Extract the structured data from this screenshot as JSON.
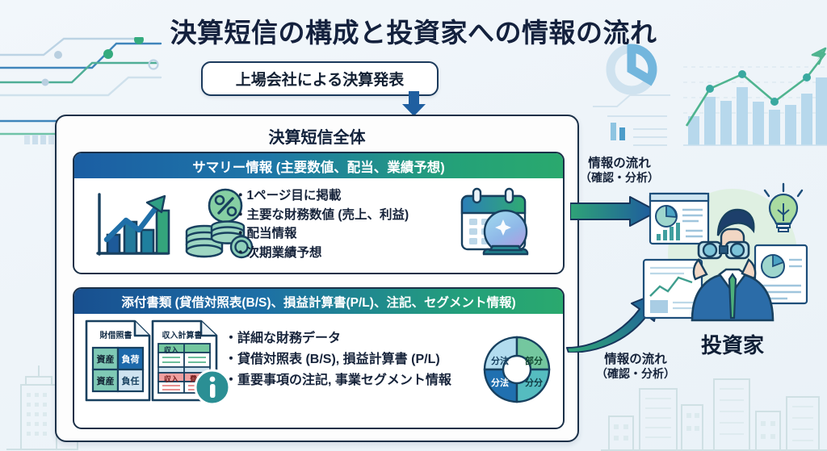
{
  "page_title": "決算短信の構成と投資家への情報の流れ",
  "announcement": {
    "label": "上場会社による決算発表"
  },
  "main_card": {
    "title": "決算短信全体",
    "sections": [
      {
        "id": "summary",
        "header": "サマリー情報 (主要数値、配当、業績予想)",
        "bullets": [
          "1ページ目に掲載",
          "主要な財務数値 (売上、利益)",
          "配当情報",
          "次期業績予想"
        ],
        "icons": [
          "bar-chart-growth-icon",
          "percent-coins-icon",
          "calendar-crystalball-icon"
        ]
      },
      {
        "id": "attachments",
        "header": "添付書類 (貸借対照表(B/S)、損益計算書(P/L)、注記、セグメント情報)",
        "bullets": [
          "詳細な財務データ",
          "貸借対照表 (B/S), 損益計算書 (P/L)",
          "重要事項の注記, 事業セグメント情報"
        ],
        "icons": [
          "balance-sheet-doc-icon",
          "income-statement-doc-icon",
          "info-badge-icon",
          "segment-donut-icon"
        ]
      }
    ]
  },
  "balance_sheet_doc": {
    "title": "財借照書",
    "cells": [
      "資産",
      "負荷",
      "資産",
      "負任"
    ]
  },
  "income_statement_doc": {
    "title": "収入計算書",
    "row_labels": [
      "収入",
      "収入",
      "費用"
    ]
  },
  "segment_donut": {
    "labels": [
      "分法",
      "部分",
      "分法",
      "分分"
    ]
  },
  "flows": [
    {
      "id": "top",
      "line1": "情報の流れ",
      "line2": "（確認・分析）"
    },
    {
      "id": "bottom",
      "line1": "情報の流れ",
      "line2": "（確認・分析）"
    }
  ],
  "investor": {
    "label": "投資家"
  },
  "colors": {
    "navy": "#1b3048",
    "blue": "#1b5ea3",
    "green": "#2aa96e",
    "teal": "#2e8b8b",
    "page_bg": "#eef4f9",
    "title_text": "#14213d"
  }
}
